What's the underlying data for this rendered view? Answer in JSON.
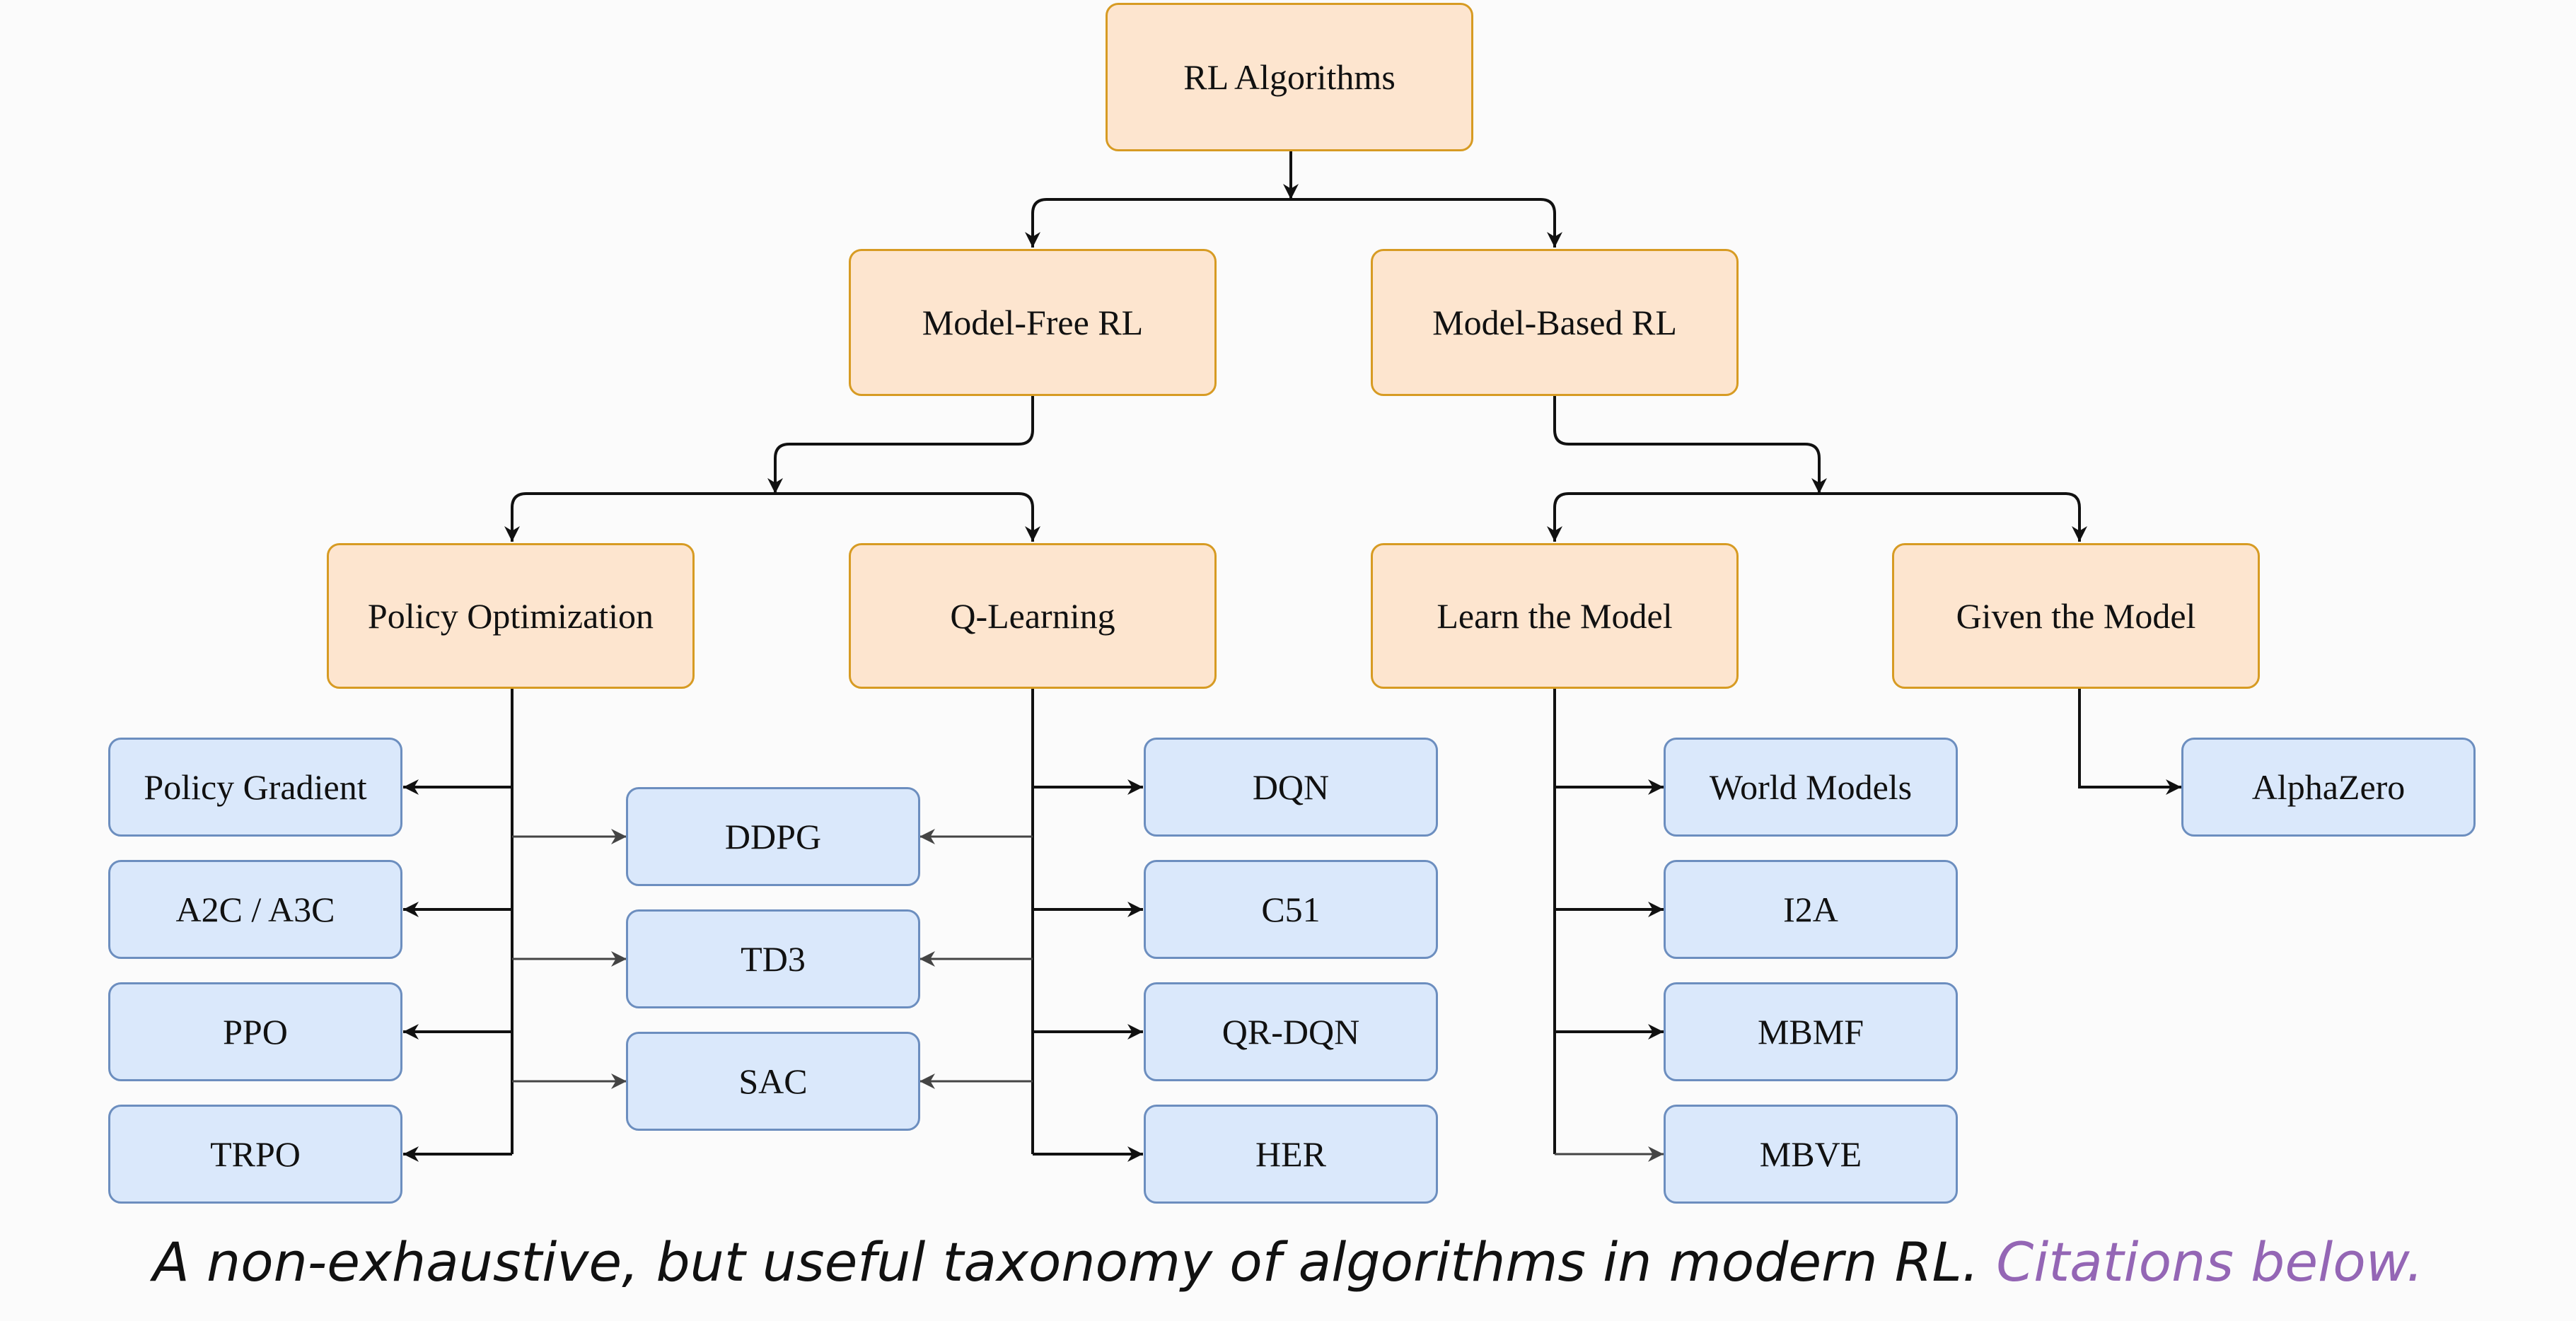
{
  "colors": {
    "category_fill": "#fde5cf",
    "category_border": "#d79b23",
    "algorithm_fill": "#dae8fb",
    "algorithm_border": "#6c8ebf",
    "connector": "#111111",
    "caption_link": "#9466b5"
  },
  "nodes": {
    "root": "RL Algorithms",
    "model_free": "Model-Free RL",
    "model_based": "Model-Based RL",
    "policy_optimization": "Policy Optimization",
    "q_learning": "Q-Learning",
    "learn_the_model": "Learn the Model",
    "given_the_model": "Given the Model"
  },
  "algorithms": {
    "policy_optimization": [
      "Policy Gradient",
      "A2C / A3C",
      "PPO",
      "TRPO"
    ],
    "hybrid": [
      "DDPG",
      "TD3",
      "SAC"
    ],
    "q_learning": [
      "DQN",
      "C51",
      "QR-DQN",
      "HER"
    ],
    "learn_the_model": [
      "World Models",
      "I2A",
      "MBMF",
      "MBVE"
    ],
    "given_the_model": [
      "AlphaZero"
    ]
  },
  "caption": {
    "text": "A non-exhaustive, but useful taxonomy of algorithms in modern RL.",
    "link": "Citations below."
  }
}
